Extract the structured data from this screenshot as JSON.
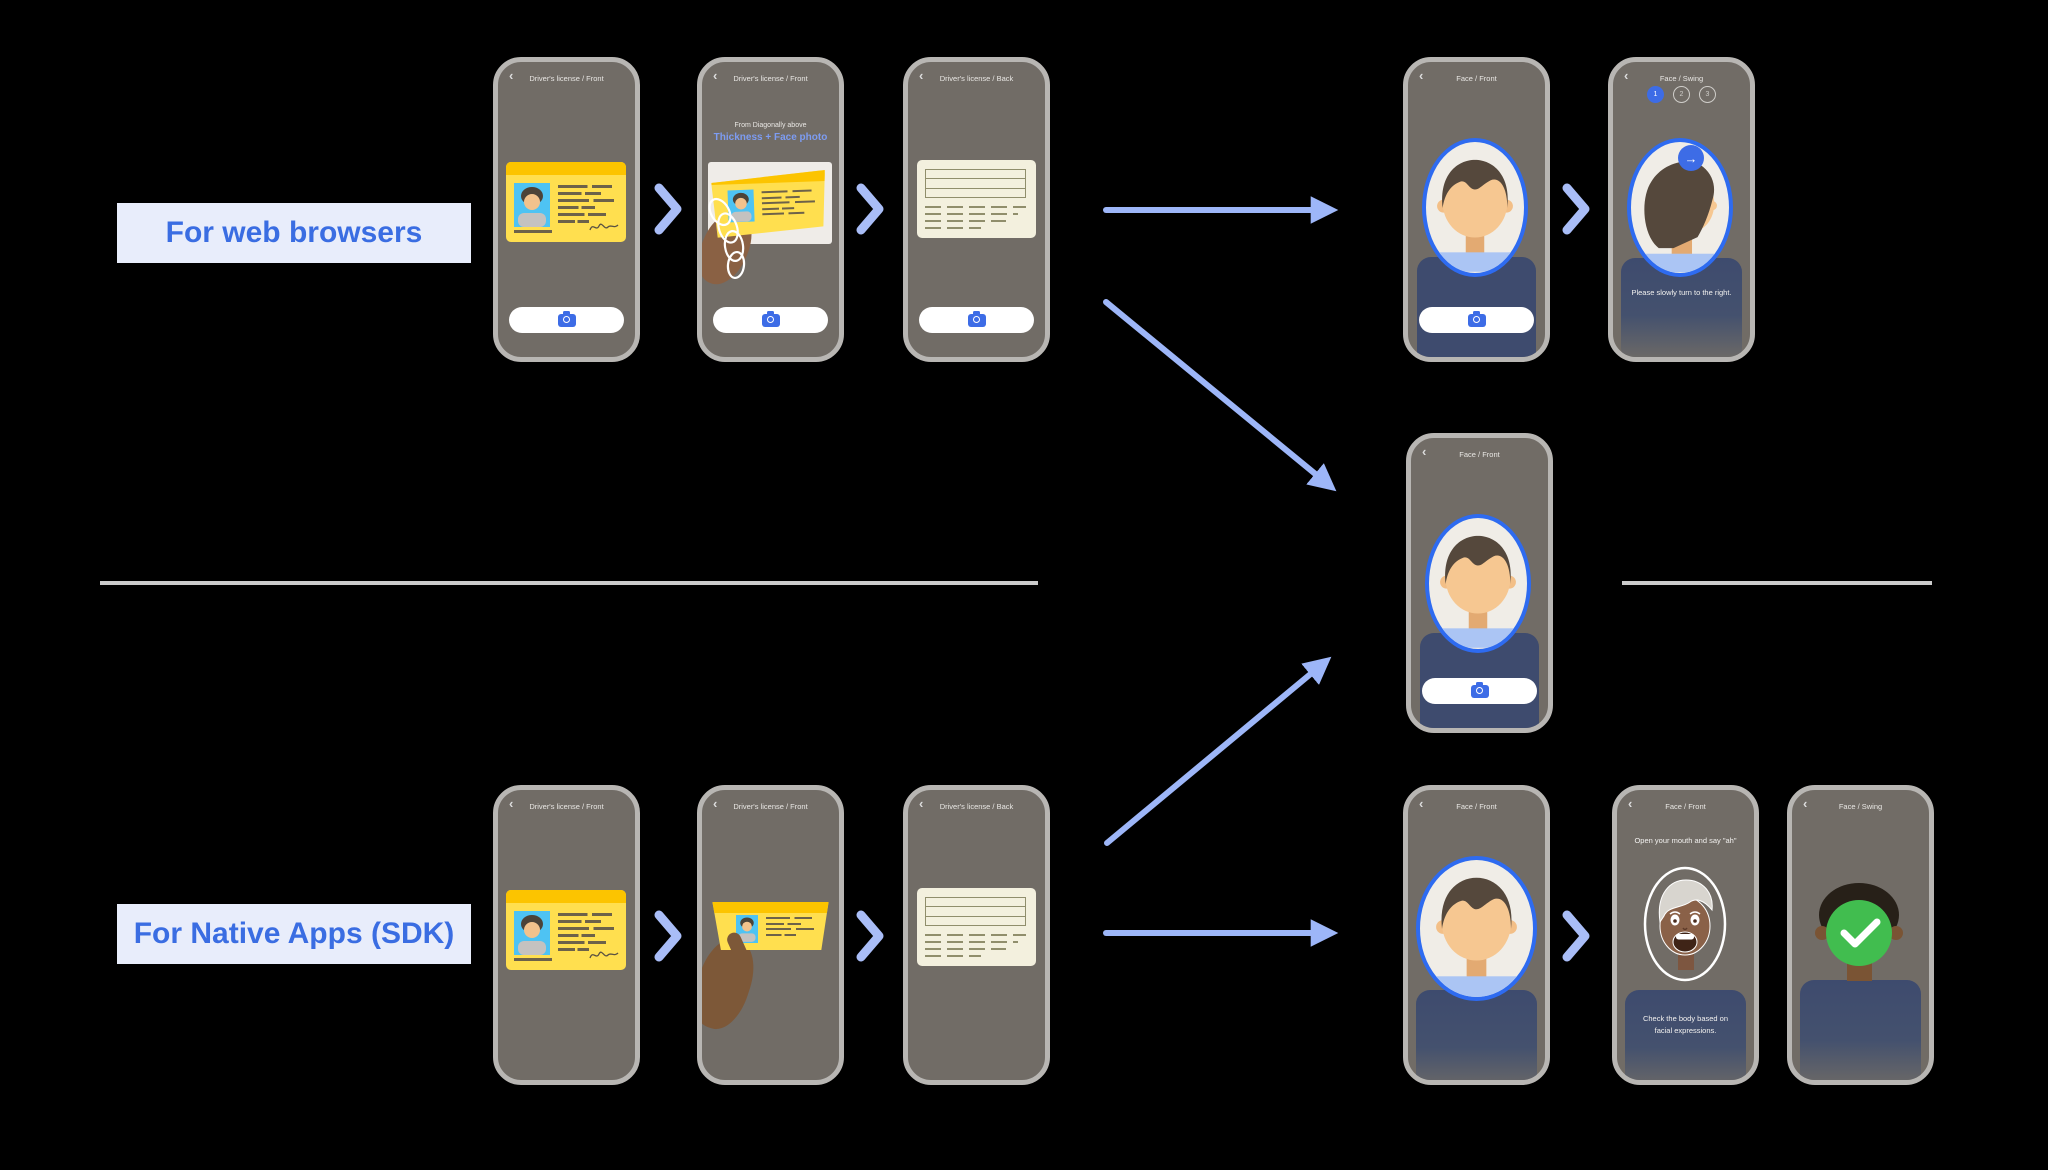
{
  "flows": {
    "web": {
      "label": "For web browsers"
    },
    "sdk": {
      "label": "For Native Apps (SDK)"
    }
  },
  "screens": {
    "dl_front": "Driver's license / Front",
    "dl_back": "Driver's license / Back",
    "face_front": "Face / Front",
    "face_swing": "Face / Swing"
  },
  "capture_hint": {
    "line1": "From Diagonally above",
    "line2": "Thickness + Face photo"
  },
  "swing": {
    "steps": [
      "1",
      "2",
      "3"
    ],
    "caption": "Please slowly turn to the right."
  },
  "liveness": {
    "prompt": "Open your mouth and say \"ah\"",
    "note_line1": "Check the body based on",
    "note_line2": "facial expressions."
  },
  "icons": {
    "back": "‹",
    "swing_arrow": "→"
  },
  "colors": {
    "accent_blue": "#3d6ce6",
    "ellipse_border": "#2e6bf0",
    "arrow_blue": "#9db6f8",
    "chevron_blue": "#a9bdf7",
    "label_bg": "#e8edfb",
    "label_text": "#3a6de2",
    "card_yellow": "#ffdf4f",
    "card_band_yellow": "#fcc400",
    "card_back_cream": "#f3f0de",
    "phone_body": "#716c66",
    "phone_border": "#b8b6b3",
    "shoulders_navy": "#3e4b6e",
    "check_green": "#41bd4f",
    "hint_blue": "#7d9cf2"
  }
}
